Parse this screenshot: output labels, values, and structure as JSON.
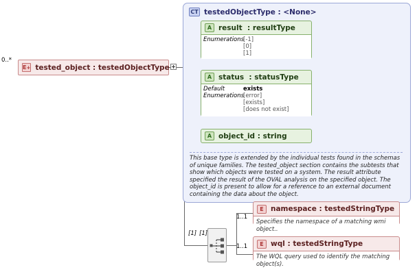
{
  "root_element": {
    "occurrence": "0..*",
    "icon": "element-plus-icon",
    "label": "tested_object : testedObjectType"
  },
  "complex_type": {
    "icon": "CT",
    "title": "testedObjectType : <None>",
    "documentation": "This base type is extended by the individual tests found in the schemas of unique families.  The tested_object section contains the subtests that show which objects were tested on a system. The result attribute specified the result of the OVAL analysis on the specified object. The object_id is present to allow for a reference to an external document containing the data about the object.",
    "attributes": [
      {
        "icon": "A",
        "name": "result",
        "type": ": resultType",
        "rows": [
          {
            "key": "Enumerations",
            "values": [
              "[-1]",
              "[0]",
              "[1]"
            ]
          }
        ]
      },
      {
        "icon": "A",
        "name": "status",
        "type": ": statusType",
        "rows": [
          {
            "key": "Default",
            "values": [
              "exists"
            ],
            "bold": true
          },
          {
            "key": "Enumerations",
            "values": [
              "[error]",
              "[exists]",
              "[does not exist]"
            ]
          }
        ]
      },
      {
        "icon": "A",
        "name": "object_id : string",
        "type": "",
        "rows": []
      }
    ]
  },
  "compositor": {
    "name": "choice-compositor",
    "occurrence_left": "[1]",
    "occurrence_right": "[1]"
  },
  "child_elements": [
    {
      "occurrence": "1..1",
      "icon": "E",
      "label": "namespace : testedStringType",
      "documentation": "Specifies the namespace of a matching wmi object.."
    },
    {
      "occurrence": "1..1",
      "icon": "E",
      "label": "wql  : testedStringType",
      "documentation": "The WQL query used to identify the matching object(s)."
    }
  ]
}
